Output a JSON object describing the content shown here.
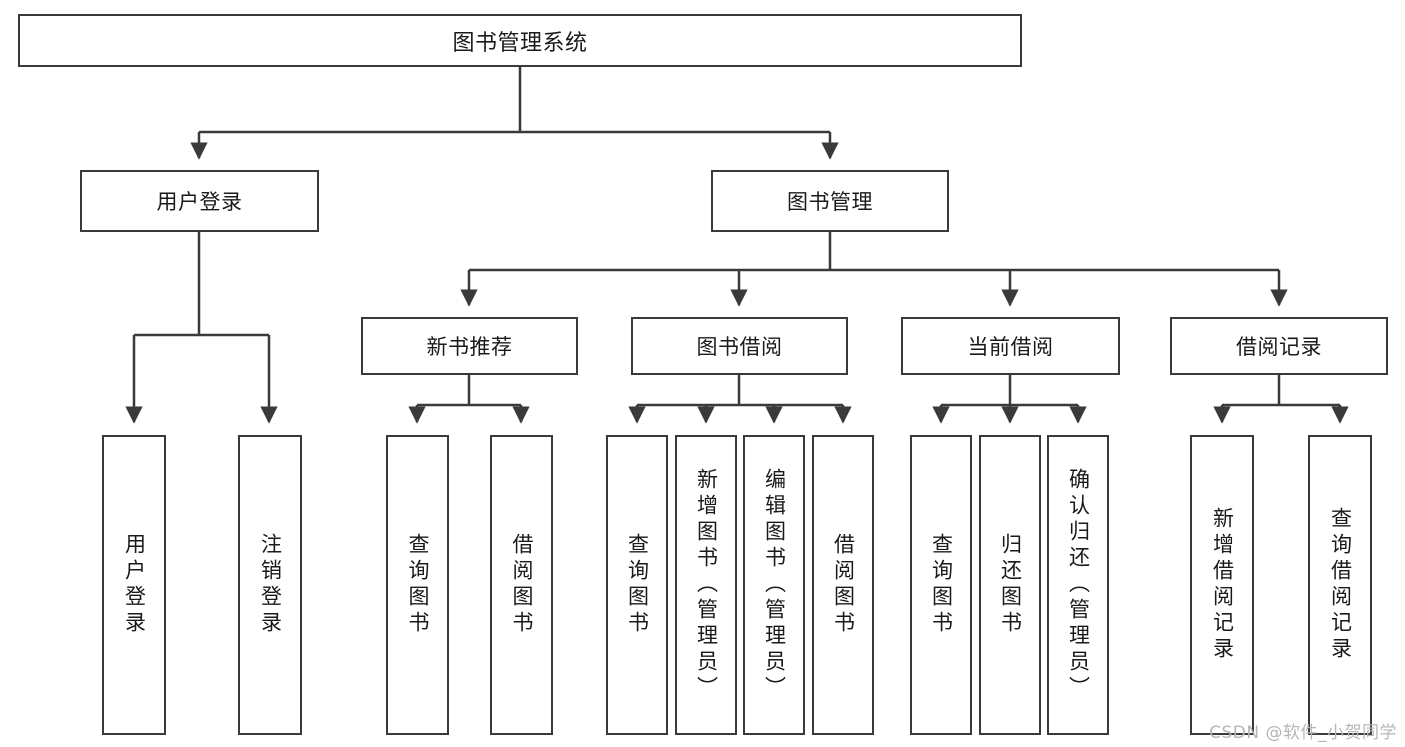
{
  "diagram": {
    "type": "tree",
    "title": "图书管理系统",
    "root": {
      "label": "图书管理系统"
    },
    "level2": [
      {
        "label": "用户登录"
      },
      {
        "label": "图书管理"
      }
    ],
    "level3": [
      {
        "label": "新书推荐"
      },
      {
        "label": "图书借阅"
      },
      {
        "label": "当前借阅"
      },
      {
        "label": "借阅记录"
      }
    ],
    "leaves": {
      "user_login": [
        {
          "label": "用户登录"
        },
        {
          "label": "注销登录"
        }
      ],
      "new_book_recommend": [
        {
          "label": "查询图书"
        },
        {
          "label": "借阅图书"
        }
      ],
      "book_borrow": [
        {
          "label": "查询图书"
        },
        {
          "label": "新增图书（管理员）"
        },
        {
          "label": "编辑图书（管理员）"
        },
        {
          "label": "借阅图书"
        }
      ],
      "current_borrow": [
        {
          "label": "查询图书"
        },
        {
          "label": "归还图书"
        },
        {
          "label": "确认归还（管理员）"
        }
      ],
      "borrow_record": [
        {
          "label": "新增借阅记录"
        },
        {
          "label": "查询借阅记录"
        }
      ]
    }
  },
  "watermark": {
    "text": "CSDN @软件_小贺同学"
  },
  "colors": {
    "stroke": "#3a3a3a",
    "background": "#ffffff",
    "text": "#1a1a1a",
    "watermark": "#b6b6b6"
  }
}
